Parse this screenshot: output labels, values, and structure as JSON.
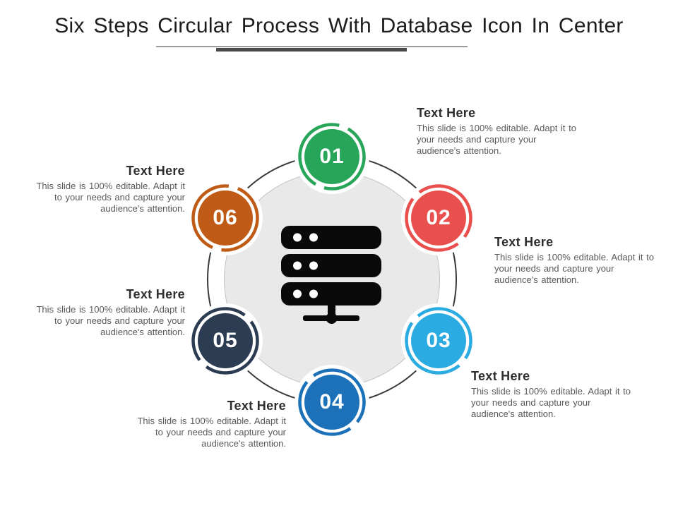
{
  "title": {
    "text": "Six Steps Circular Process With Database Icon In Center"
  },
  "decor": {
    "thin_line_color": "#9b9b9b",
    "accent_bar_color": "#4b4b4b"
  },
  "center": {
    "icon": "database-server-icon",
    "icon_color": "#0a0a0a",
    "disc_color": "#e9e9e9",
    "outline_color": "#3a3a3a"
  },
  "steps": [
    {
      "number": "01",
      "color": "#27a558",
      "heading": "Text Here",
      "body_lines": [
        "This slide is 100% editable. Adapt it to",
        "your needs and capture your",
        "audience's attention."
      ]
    },
    {
      "number": "02",
      "color": "#e94f4d",
      "heading": "Text Here",
      "body_lines": [
        "This slide is 100% editable. Adapt it to",
        "your needs and capture your",
        "audience's attention."
      ]
    },
    {
      "number": "03",
      "color": "#2aabe2",
      "heading": "Text Here",
      "body_lines": [
        "This slide is 100% editable. Adapt it to",
        "your needs and capture your",
        "audience's attention."
      ]
    },
    {
      "number": "04",
      "color": "#1d71b8",
      "heading": "Text Here",
      "body_lines": [
        "This slide is 100% editable. Adapt it",
        "to your needs and capture your",
        "audience's attention."
      ]
    },
    {
      "number": "05",
      "color": "#2c3c52",
      "heading": "Text Here",
      "body_lines": [
        "This slide is 100% editable. Adapt it",
        "to your needs and capture your",
        "audience's attention."
      ]
    },
    {
      "number": "06",
      "color": "#bf5b16",
      "heading": "Text Here",
      "body_lines": [
        "This slide is 100% editable. Adapt it",
        "to your needs and capture your",
        "audience's attention."
      ]
    }
  ]
}
